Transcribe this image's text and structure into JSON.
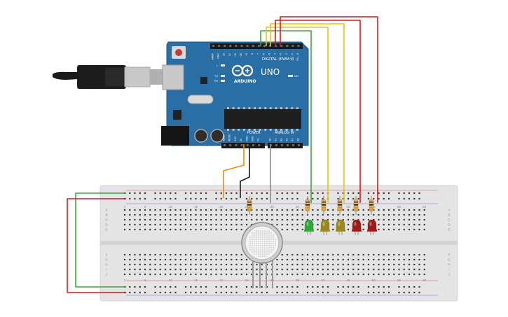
{
  "arduino": {
    "brand": "ARDUINO",
    "model": "UNO",
    "digital_header": "DIGITAL (PWM~)",
    "power_header": "POWER",
    "analog_header": "ANALOG IN",
    "on_led": "ON",
    "l_led": "L",
    "tx_led": "TX",
    "rx_led": "RX",
    "digital_pins": [
      "AREF",
      "GND",
      "13",
      "12",
      "~11",
      "~10",
      "~9",
      "8",
      "7",
      "~6",
      "~5",
      "4",
      "~3",
      "2",
      "TX→1",
      "RX←0"
    ],
    "power_pins": [
      "IOREF",
      "RESET",
      "3.3V",
      "5V",
      "GND",
      "GND",
      "Vin"
    ],
    "analog_pins": [
      "A0",
      "A1",
      "A2",
      "A3",
      "A4",
      "A5"
    ]
  },
  "breadboard": {
    "column_numbers": [
      "1",
      "5",
      "10",
      "15",
      "20",
      "25",
      "30",
      "35",
      "40",
      "45",
      "50",
      "55",
      "60"
    ],
    "row_letters_top": [
      "A",
      "B",
      "C",
      "D",
      "E"
    ],
    "row_letters_bottom": [
      "F",
      "G",
      "H",
      "I",
      "J"
    ]
  },
  "components": {
    "leds": [
      {
        "color": "#2fa83a"
      },
      {
        "color": "#9a8a1c"
      },
      {
        "color": "#9a8a1c"
      },
      {
        "color": "#a01a1a"
      },
      {
        "color": "#a01a1a"
      }
    ],
    "sensor": {
      "kind": "gas-sensor"
    }
  },
  "colors": {
    "board": "#2a6ea6",
    "breadboard": "#e6e6e6",
    "wire_green": "#3aa83a",
    "wire_yellow": "#e8c21a",
    "wire_red": "#d61a1a",
    "wire_orange": "#e88a1a",
    "wire_black": "#1a1a1a",
    "wire_gray": "#8a8a8a"
  }
}
